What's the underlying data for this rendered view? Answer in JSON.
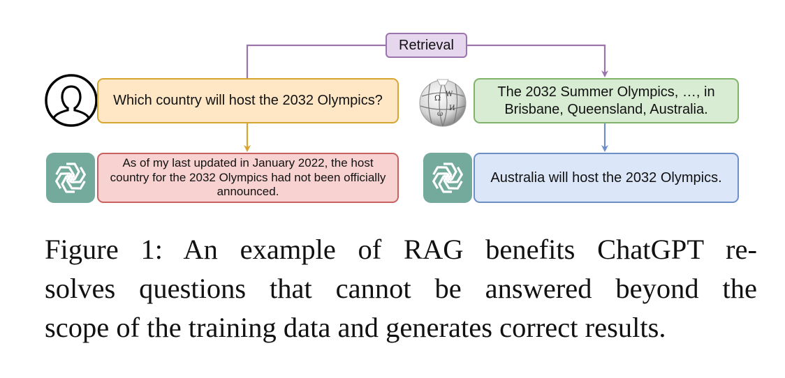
{
  "figure": {
    "retrieval_label": "Retrieval",
    "question": "Which country will host the 2032 Olympics?",
    "chatgpt_answer_lines": [
      "As of my last updated in January 2022, the host",
      "country for the 2032 Olympics had not been officially",
      "announced."
    ],
    "retrieved_text_lines": [
      "The 2032 Summer Olympics, …, in",
      "Brisbane, Queensland, Australia."
    ],
    "rag_answer": "Australia will host the 2032 Olympics.",
    "colors": {
      "retrieval_border": "#9b73ad",
      "question_border": "#d6a630",
      "retrieved_border": "#7fb46a",
      "wrong_answer_border": "#c86160",
      "rag_answer_border": "#6b8fc6",
      "chatgpt_logo_bg": "#74aa9c"
    },
    "icons": [
      "user-icon",
      "chatgpt-logo-icon",
      "wikipedia-globe-icon"
    ]
  },
  "caption": {
    "lines": [
      "Figure 1:  An example of RAG benefits ChatGPT re-",
      "solves questions that cannot be answered beyond the",
      "scope of the training data and generates correct results."
    ]
  }
}
